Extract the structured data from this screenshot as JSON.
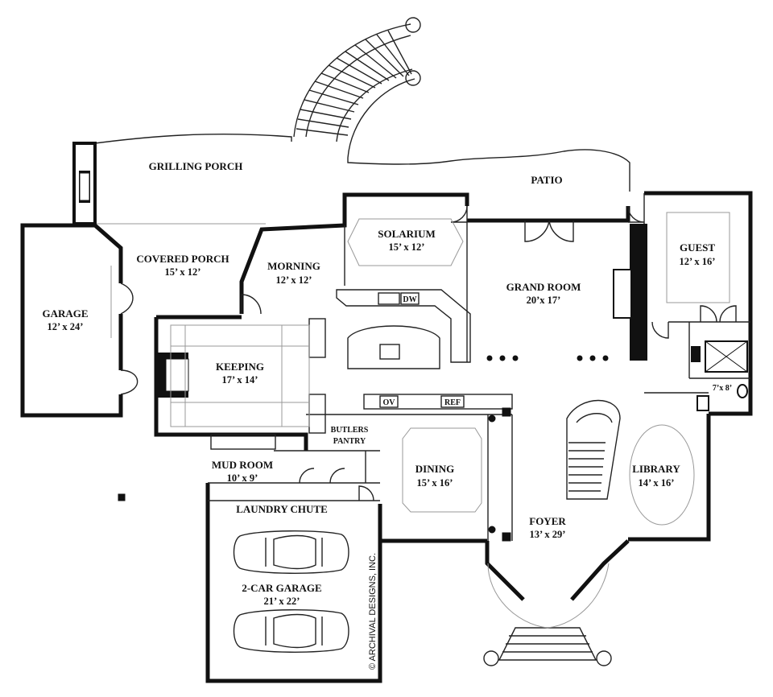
{
  "rooms": {
    "grilling_porch": {
      "name": "GRILLING PORCH"
    },
    "patio": {
      "name": "PATIO"
    },
    "solarium": {
      "name": "SOLARIUM",
      "dims": "15’ x 12’"
    },
    "guest": {
      "name": "GUEST",
      "dims": "12’ x 16’"
    },
    "covered_porch": {
      "name": "COVERED PORCH",
      "dims": "15’ x 12’"
    },
    "morning": {
      "name": "MORNING",
      "dims": "12’ x 12’"
    },
    "grand_room": {
      "name": "GRAND ROOM",
      "dims": "20’x 17’"
    },
    "garage": {
      "name": "GARAGE",
      "dims": "12’ x 24’"
    },
    "keeping": {
      "name": "KEEPING",
      "dims": "17’ x 14’"
    },
    "dining": {
      "name": "DINING",
      "dims": "15’ x 16’"
    },
    "library": {
      "name": "LIBRARY",
      "dims": "14’ x 16’"
    },
    "foyer": {
      "name": "FOYER",
      "dims": "13’ x 29’"
    },
    "mud_room": {
      "name": "MUD ROOM",
      "dims": "10’ x 9’"
    },
    "butlers_pantry": {
      "line1": "BUTLERS",
      "line2": "PANTRY"
    },
    "laundry_chute": {
      "name": "LAUNDRY CHUTE"
    },
    "two_car_garage": {
      "name": "2-CAR GARAGE",
      "dims": "21’ x 22’"
    },
    "bath": {
      "dims": "7’x 8’"
    }
  },
  "appliances": {
    "dw": "DW",
    "ov": "OV",
    "ref": "REF"
  },
  "copyright": "© ARCHIVAL DESIGNS, INC."
}
